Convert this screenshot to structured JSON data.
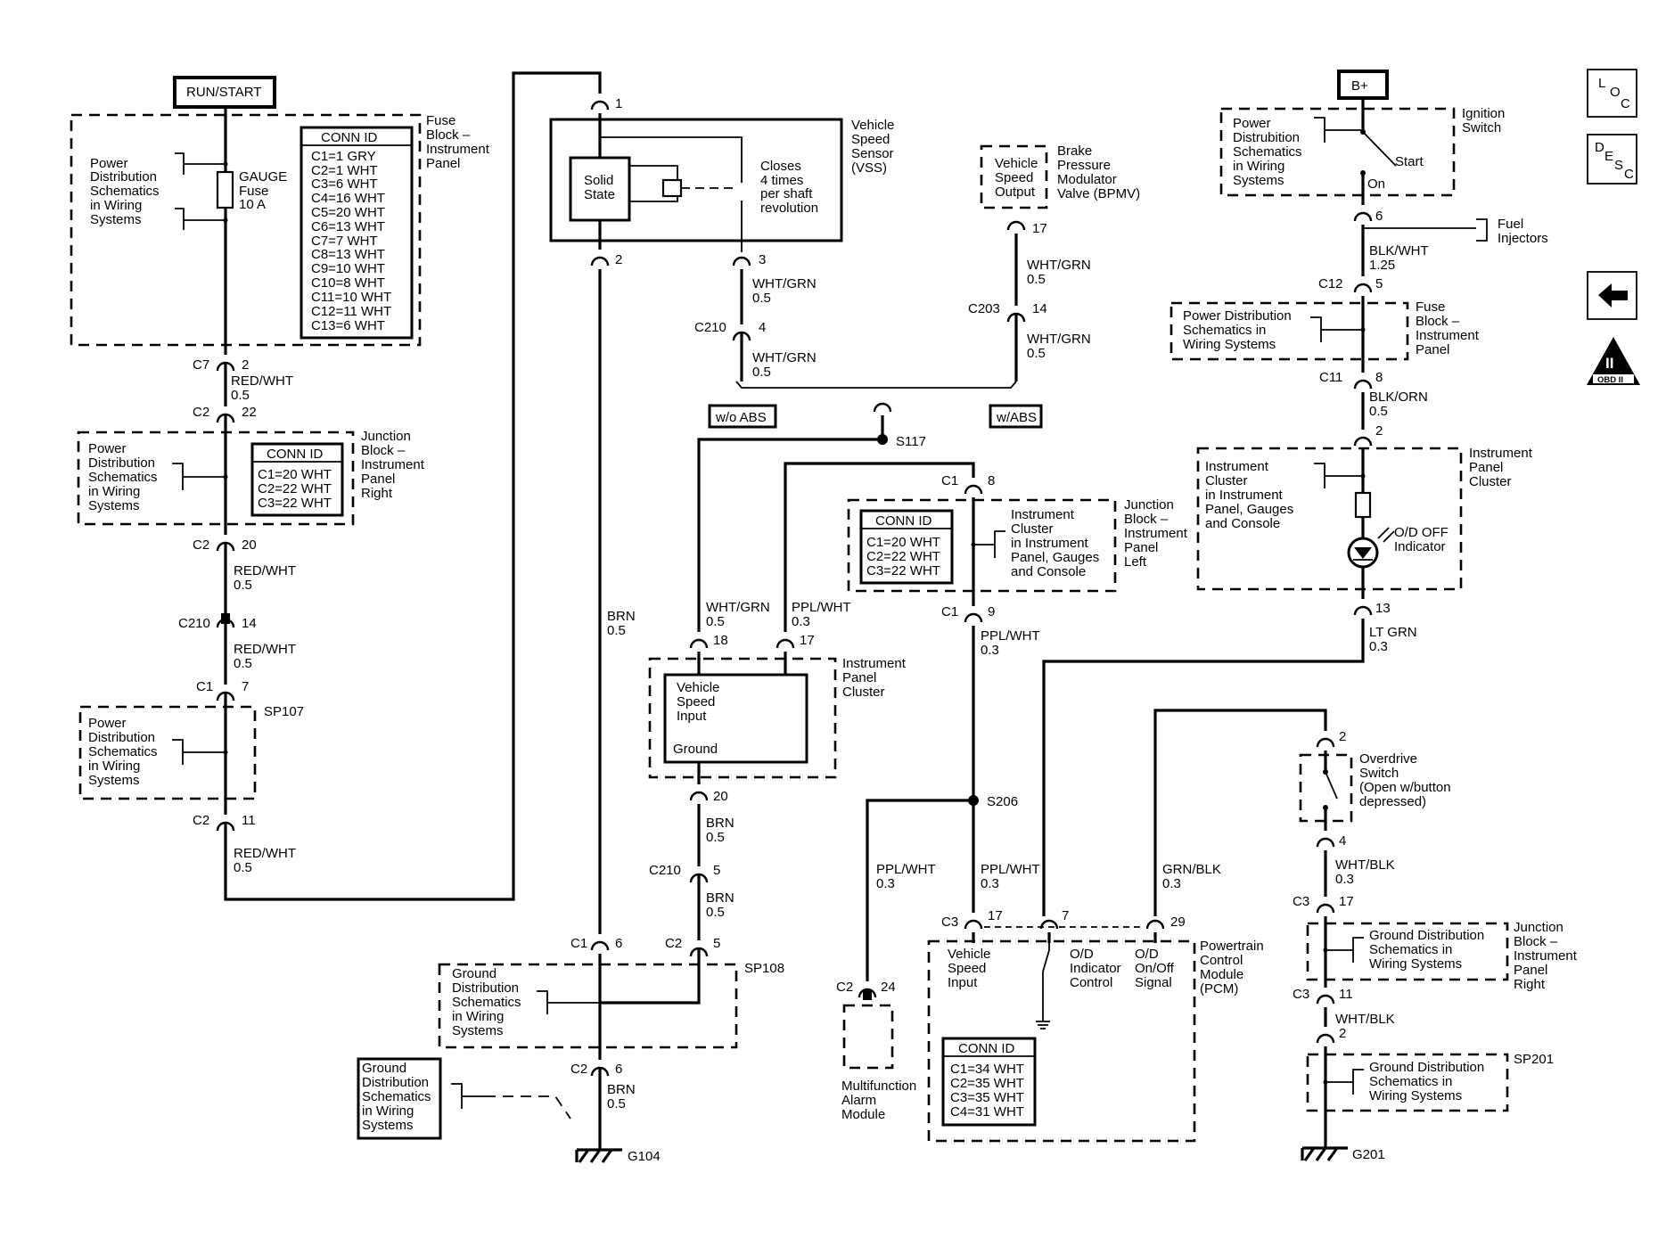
{
  "power": {
    "run_start": "RUN/START",
    "b_plus": "B+"
  },
  "nav": {
    "loc_l": "L",
    "loc_o": "O",
    "loc_c": "C",
    "desc_d": "D",
    "desc_e": "E",
    "desc_s": "S",
    "desc_c": "C",
    "obd": "OBD II",
    "obd_mark": "II"
  },
  "components": {
    "fuse_block_ip": [
      "Fuse",
      "Block –",
      "Instrument",
      "Panel"
    ],
    "gauge_fuse": [
      "GAUGE",
      "Fuse",
      "10 A"
    ],
    "power_dist": [
      "Power",
      "Distribution",
      "Schematics",
      "in Wiring",
      "Systems"
    ],
    "power_dist_ignition": [
      "Power",
      "Distrubition",
      "Schematics",
      "in Wiring",
      "Systems"
    ],
    "power_dist_fuse_right": [
      "Power Distribution",
      "Schematics in",
      "Wiring Systems"
    ],
    "ground_dist": [
      "Ground",
      "Distribution",
      "Schematics",
      "in Wiring",
      "Systems"
    ],
    "ground_dist_right": [
      "Ground Distribution",
      "Schematics in",
      "Wiring Systems"
    ],
    "junction_block_ip_right": [
      "Junction",
      "Block –",
      "Instrument",
      "Panel",
      "Right"
    ],
    "junction_block_ip_left": [
      "Junction",
      "Block –",
      "Instrument",
      "Panel",
      "Left"
    ],
    "vss": [
      "Vehicle",
      "Speed",
      "Sensor",
      "(VSS)"
    ],
    "solid_state": [
      "Solid",
      "State"
    ],
    "closes": [
      "Closes",
      "4 times",
      "per shaft",
      "revolution"
    ],
    "bpmv_box": [
      "Vehicle",
      "Speed",
      "Output"
    ],
    "bpmv": [
      "Brake",
      "Pressure",
      "Modulator",
      "Valve (BPMV)"
    ],
    "ignition_switch": [
      "Ignition",
      "Switch"
    ],
    "start": "Start",
    "on": "On",
    "fuel_injectors": [
      "Fuel",
      "Injectors"
    ],
    "fuse_block_ip_right": [
      "Fuse",
      "Block –",
      "Instrument",
      "Panel"
    ],
    "ipc_right": [
      "Instrument",
      "Panel",
      "Cluster"
    ],
    "ipc_gauges": [
      "Instrument",
      "Cluster",
      "in Instrument",
      "Panel, Gauges",
      "and Console"
    ],
    "od_off": [
      "O/D OFF",
      "Indicator"
    ],
    "ipc_center": [
      "Instrument",
      "Panel",
      "Cluster"
    ],
    "vsi_box": [
      "Vehicle",
      "Speed",
      "Input"
    ],
    "ground_word": "Ground",
    "overdrive_switch": [
      "Overdrive",
      "Switch",
      "(Open w/button",
      "depressed)"
    ],
    "pcm": [
      "Powertrain",
      "Control",
      "Module",
      "(PCM)"
    ],
    "pcm_vsi": [
      "Vehicle",
      "Speed",
      "Input"
    ],
    "pcm_od_ctrl": [
      "O/D",
      "Indicator",
      "Control"
    ],
    "pcm_od_sig": [
      "O/D",
      "On/Off",
      "Signal"
    ],
    "alarm": [
      "Multifunction",
      "Alarm",
      "Module"
    ],
    "without_abs": "w/o ABS",
    "with_abs": "w/ABS"
  },
  "conn_tables": {
    "fuse_block": {
      "title": "CONN ID",
      "rows": [
        "C1=1 GRY",
        "C2=1 WHT",
        "C3=6 WHT",
        "C4=16 WHT",
        "C5=20 WHT",
        "C6=13 WHT",
        "C7=7 WHT",
        "C8=13 WHT",
        "C9=10 WHT",
        "C10=8 WHT",
        "C11=10 WHT",
        "C12=11 WHT",
        "C13=6 WHT"
      ]
    },
    "junction_right": {
      "title": "CONN ID",
      "rows": [
        "C1=20 WHT",
        "C2=22 WHT",
        "C3=22 WHT"
      ]
    },
    "junction_left": {
      "title": "CONN ID",
      "rows": [
        "C1=20 WHT",
        "C2=22 WHT",
        "C3=22 WHT"
      ]
    },
    "pcm": {
      "title": "CONN ID",
      "rows": [
        "C1=34 WHT",
        "C2=35 WHT",
        "C3=35 WHT",
        "C4=31 WHT"
      ]
    }
  },
  "connectors": {
    "c7": "C7",
    "c7_pin": "2",
    "c2a": "C2",
    "c2a_pin": "22",
    "c2b": "C2",
    "c2b_pin": "20",
    "c210a": "C210",
    "c210a_pin": "14",
    "c1a": "C1",
    "c1a_pin": "7",
    "c2c": "C2",
    "c2c_pin": "11",
    "vss_pin1": "1",
    "vss_pin2": "2",
    "vss_pin3": "3",
    "c210b": "C210",
    "c210b_pin": "4",
    "bpmv_pin": "17",
    "c203": "C203",
    "c203_pin": "14",
    "ign_pin": "6",
    "c12": "C12",
    "c12_pin": "5",
    "c11": "C11",
    "c11_pin": "8",
    "ipc_pin2": "2",
    "ipc_pin13": "13",
    "c1b": "C1",
    "c1b_pin": "8",
    "c1c": "C1",
    "c1c_pin": "9",
    "ipc_pin18": "18",
    "ipc_pin17": "17",
    "ipc_pin20": "20",
    "c210c": "C210",
    "c210c_pin": "5",
    "c1d": "C1",
    "c1d_pin": "6",
    "c2d": "C2",
    "c2d_pin": "5",
    "c2e": "C2",
    "c2e_pin": "6",
    "c3a": "C3",
    "c3a_pin": "17",
    "pcm_pin7": "7",
    "pcm_pin29": "29",
    "c2f": "C2",
    "c2f_pin": "24",
    "ods_pin2": "2",
    "ods_pin4": "4",
    "c3b": "C3",
    "c3b_pin": "17",
    "c3c": "C3",
    "c3c_pin": "11",
    "sp201_pin": "2"
  },
  "splices": {
    "sp107": "SP107",
    "sp108": "SP108",
    "sp201": "SP201",
    "s117": "S117",
    "s206": "S206"
  },
  "grounds": {
    "g104": "G104",
    "g201": "G201"
  },
  "wires": {
    "red_wht_1": [
      "RED/WHT",
      "0.5"
    ],
    "red_wht_2": [
      "RED/WHT",
      "0.5"
    ],
    "red_wht_3": [
      "RED/WHT",
      "0.5"
    ],
    "red_wht_4": [
      "RED/WHT",
      "0.5"
    ],
    "brn_1": [
      "BRN",
      "0.5"
    ],
    "wht_grn_1": [
      "WHT/GRN",
      "0.5"
    ],
    "wht_grn_2": [
      "WHT/GRN",
      "0.5"
    ],
    "wht_grn_3": [
      "WHT/GRN",
      "0.5"
    ],
    "wht_grn_4": [
      "WHT/GRN",
      "0.5"
    ],
    "wht_grn_5": [
      "WHT/GRN",
      "0.5"
    ],
    "ppl_wht_1": [
      "PPL/WHT",
      "0.3"
    ],
    "ppl_wht_2": [
      "PPL/WHT",
      "0.3"
    ],
    "ppl_wht_3": [
      "PPL/WHT",
      "0.3"
    ],
    "ppl_wht_4": [
      "PPL/WHT",
      "0.3"
    ],
    "brn_2": [
      "BRN",
      "0.5"
    ],
    "brn_3": [
      "BRN",
      "0.5"
    ],
    "brn_4": [
      "BRN",
      "0.5"
    ],
    "blk_wht": [
      "BLK/WHT",
      "1.25"
    ],
    "blk_orn": [
      "BLK/ORN",
      "0.5"
    ],
    "lt_grn": [
      "LT GRN",
      "0.3"
    ],
    "grn_blk": [
      "GRN/BLK",
      "0.3"
    ],
    "wht_blk_1": [
      "WHT/BLK",
      "0.3"
    ],
    "wht_blk_2": [
      "WHT/BLK"
    ]
  }
}
